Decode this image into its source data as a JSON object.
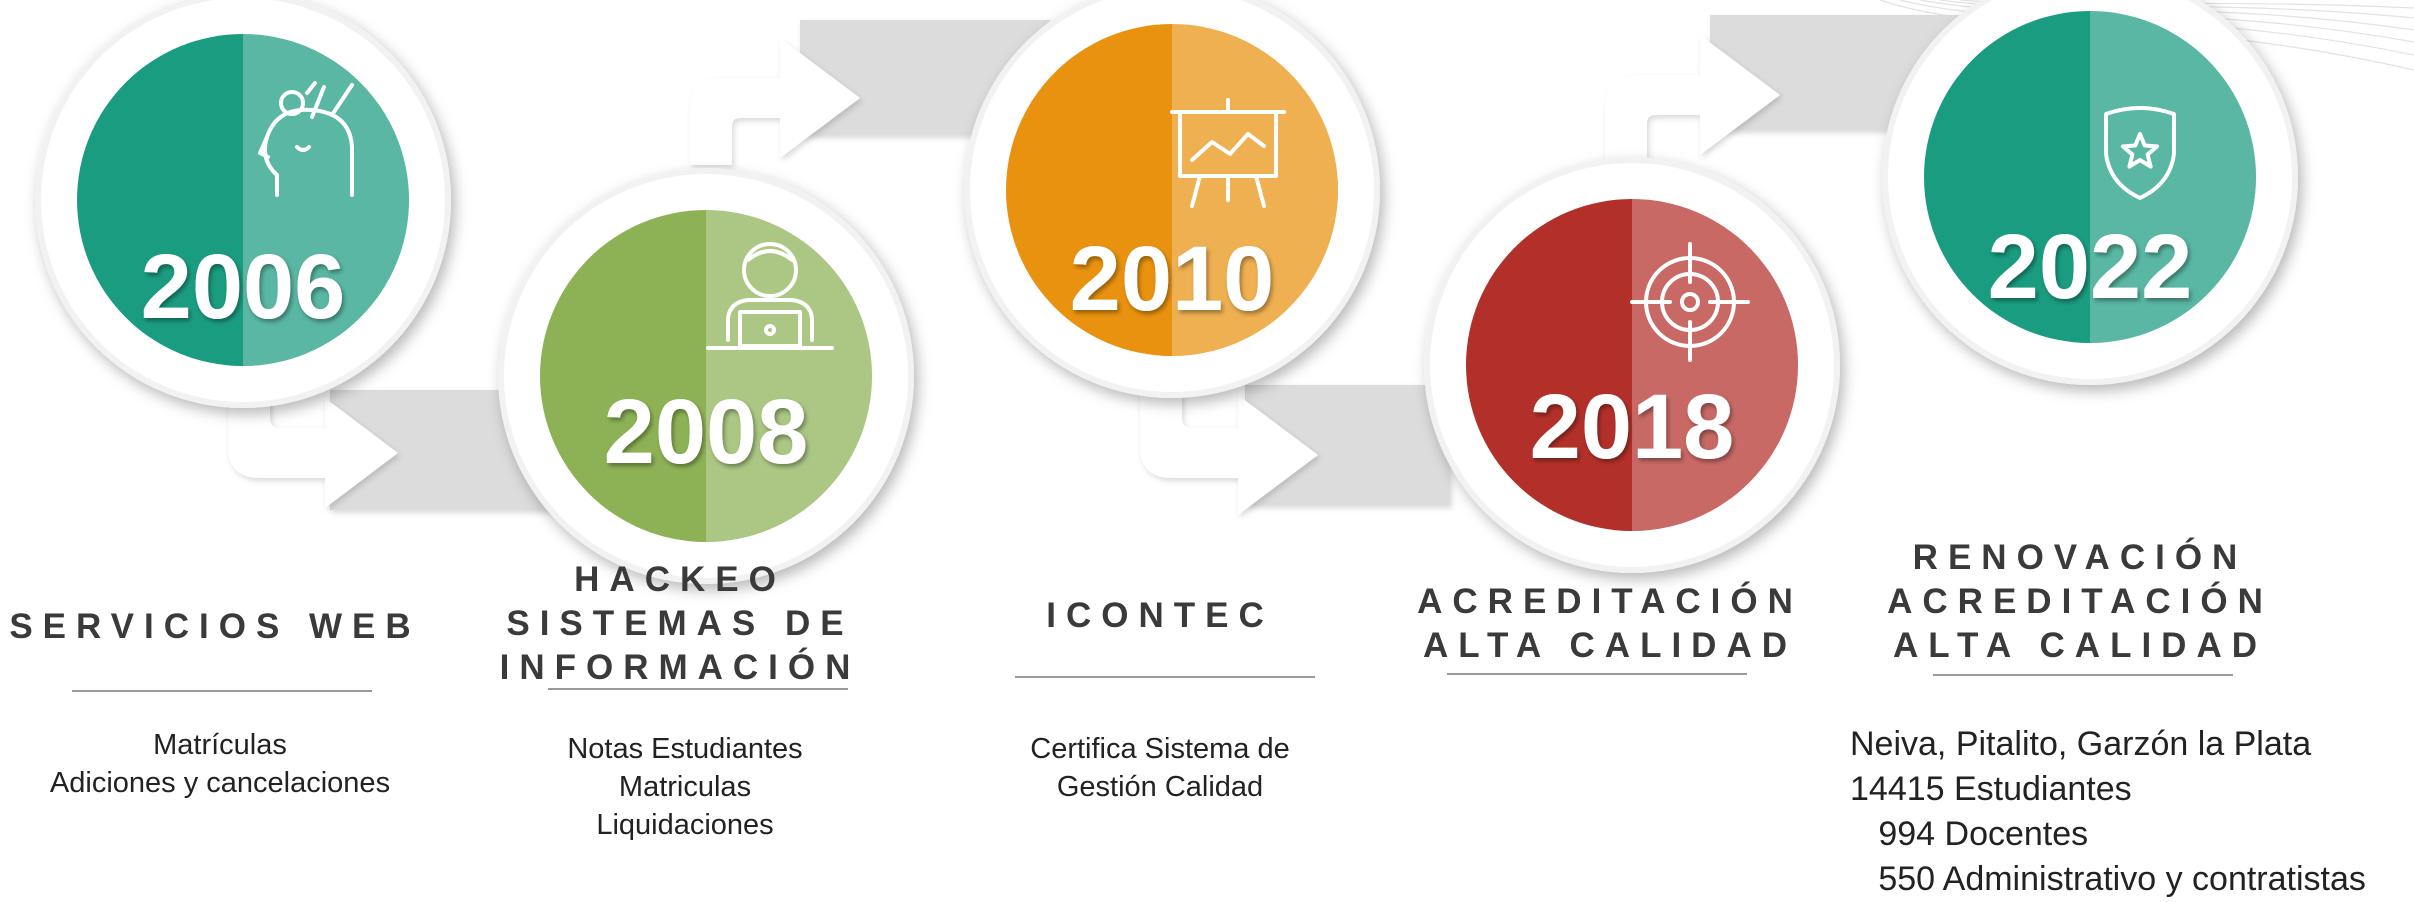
{
  "colors": {
    "teal": "#1a9c80",
    "green": "#8db255",
    "orange": "#e8920f",
    "red": "#b3302a",
    "ring": "#f2f2f2",
    "connector": "#dcdcdc"
  },
  "milestones": [
    {
      "year": "2006",
      "icon": "head-ideas-icon",
      "title_lines": [
        "SERVICIOS WEB"
      ],
      "desc_lines": [
        "Matrículas",
        "Adiciones y cancelaciones"
      ]
    },
    {
      "year": "2008",
      "icon": "person-laptop-icon",
      "title_lines": [
        "HACKEO",
        "SISTEMAS DE",
        "INFORMACIÓN"
      ],
      "desc_lines": [
        "Notas Estudiantes",
        "Matriculas",
        "Liquidaciones"
      ]
    },
    {
      "year": "2010",
      "icon": "chart-board-icon",
      "title_lines": [
        "ICONTEC"
      ],
      "desc_lines": [
        "Certifica Sistema de",
        "Gestión Calidad"
      ]
    },
    {
      "year": "2018",
      "icon": "target-icon",
      "title_lines": [
        "ACREDITACIÓN",
        "ALTA CALIDAD"
      ],
      "desc_lines": []
    },
    {
      "year": "2022",
      "icon": "shield-star-icon",
      "title_lines": [
        "RENOVACIÓN",
        "ACREDITACIÓN",
        "ALTA CALIDAD"
      ],
      "desc_lines": [
        "Neiva, Pitalito, Garzón la Plata",
        "14415 Estudiantes",
        "   994 Docentes",
        "   550 Administrativo y contratistas"
      ]
    }
  ]
}
